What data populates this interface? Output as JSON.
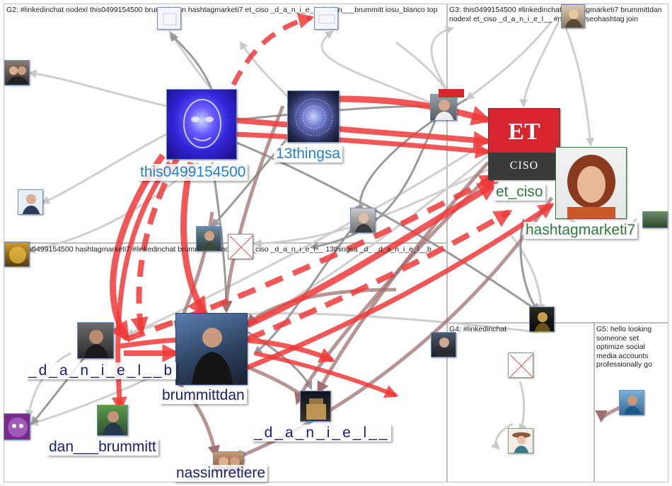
{
  "groups": [
    {
      "id": "g1",
      "label": "G1: this0499154500 hashtagmarketi7 #linkedinchat brummittdan nodexl et_ciso _d_a_n_i_e_l__ 13thingsa _d_ _d_a_n_i_e_l__b"
    },
    {
      "id": "g2",
      "label": "G2: #linkedinchat nodexl this0499154500 brummittdan hashtagmarketi7 et_ciso _d_a_n_i_e_l__b dan___brummitt iosu_blanco top"
    },
    {
      "id": "g3",
      "label": "G3: this0499154500 #linkedinchat hashtagmarketi7 brummittdan nodexl et_ciso _d_a_n_i_e_l__ #nodexl #seohashtag join"
    },
    {
      "id": "g4",
      "label": "G4: #linkedinchat"
    },
    {
      "id": "g5",
      "label": "G5: hello looking someone set optimize social media accounts professionally go"
    }
  ],
  "node_labels": {
    "this0499154500": "this0499154500",
    "thingsa": "13thingsa",
    "et_ciso": "et_ciso",
    "hashtagmarketi7": "hashtagmarketi7",
    "daniel_b": "_d_a_n_i_e_l__b",
    "brummittdan": "brummittdan",
    "daniel": "_d_a_n_i_e_l__",
    "dan_brummitt": "dan___brummitt",
    "nassimretiere": "nassimretiere"
  },
  "et_logo": {
    "top": "ET",
    "bottom": "CISO"
  },
  "colors": {
    "edge_red": "#f03a3a",
    "edge_brown": "#a07070",
    "edge_gray": "#9a9a9a",
    "edge_light": "#cfcfcf",
    "label_blue": "#1f7fd1",
    "label_navy": "#1a2070",
    "label_green": "#2e7a3e",
    "et_red": "#d9252f"
  }
}
